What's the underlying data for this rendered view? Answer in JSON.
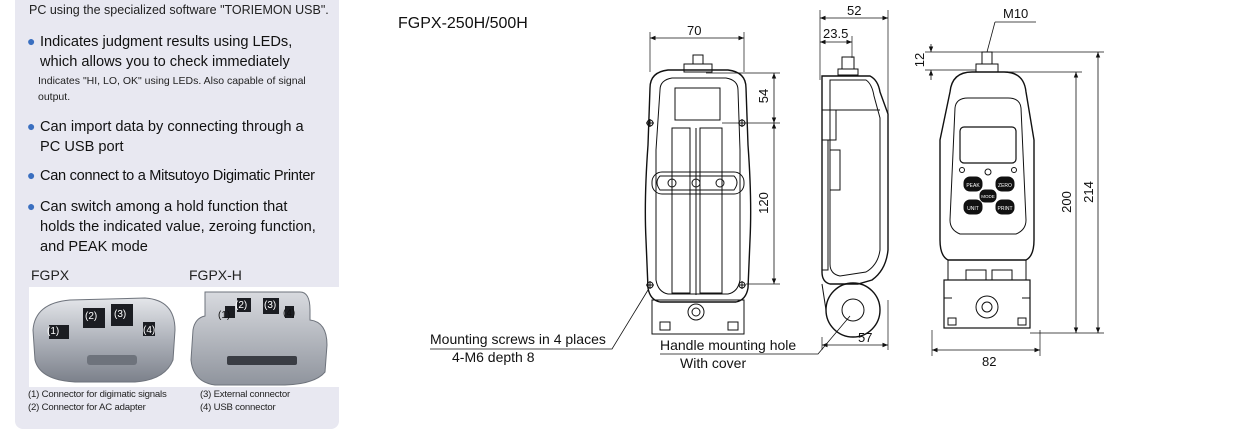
{
  "panel": {
    "intro": "PC using the specialized software \"TORIEMON USB\".",
    "features": [
      {
        "lines": [
          "Indicates judgment results using LEDs,",
          "which allows you to check immediately"
        ],
        "sub": [
          "Indicates \"HI, LO, OK\" using LEDs. Also capable of signal",
          "output."
        ]
      },
      {
        "lines": [
          "Can import data by connecting through a",
          "PC USB port"
        ],
        "sub": []
      },
      {
        "lines": [
          "Can connect to a Mitsutoyo Digimatic Printer"
        ],
        "sub": []
      },
      {
        "lines": [
          "Can switch among a hold function that",
          "holds the indicated value, zeroing function,",
          "and PEAK mode"
        ],
        "sub": []
      }
    ],
    "bullet_glyph": "●",
    "photo_labels": {
      "left": "FGPX",
      "right": "FGPX-H"
    },
    "connector_marks": {
      "m1": "(1)",
      "m2": "(2)",
      "m3": "(3)",
      "m4": "(4)"
    },
    "legend": {
      "l1": "(1) Connector for digimatic signals",
      "l2": "(2) Connector for AC adapter",
      "l3": "(3) External connector",
      "l4": "(4) USB connector"
    }
  },
  "drawing": {
    "title": "FGPX-250H/500H",
    "dims": {
      "w70": "70",
      "h54": "54",
      "h120": "120",
      "w52": "52",
      "w23_5": "23.5",
      "w57": "57",
      "m10": "M10",
      "h12": "12",
      "h200": "200",
      "h214": "214",
      "w82": "82"
    },
    "callouts": {
      "mount1": "Mounting screws in 4 places",
      "mount2": "4-M6 depth 8",
      "handle1": "Handle mounting hole",
      "handle2": "With cover"
    },
    "keypad": {
      "peak": "PEAK",
      "zero": "ZERO",
      "unit": "UNIT",
      "print": "PRINT",
      "mode": "MODE"
    }
  },
  "colors": {
    "panel_bg": "#e8e8f1",
    "bullet": "#3a6fc0",
    "line": "#111111"
  }
}
